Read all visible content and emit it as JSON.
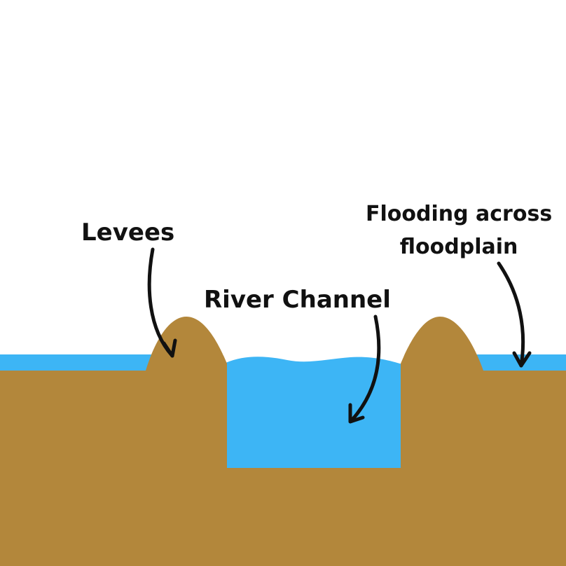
{
  "colors": {
    "ground": "#b3873b",
    "water": "#3db5f5",
    "ink": "#111111",
    "background": "#ffffff"
  },
  "labels": {
    "levees": "Levees",
    "river_channel": "River Channel",
    "flooding_line1": "Flooding across",
    "flooding_line2": "floodplain"
  }
}
